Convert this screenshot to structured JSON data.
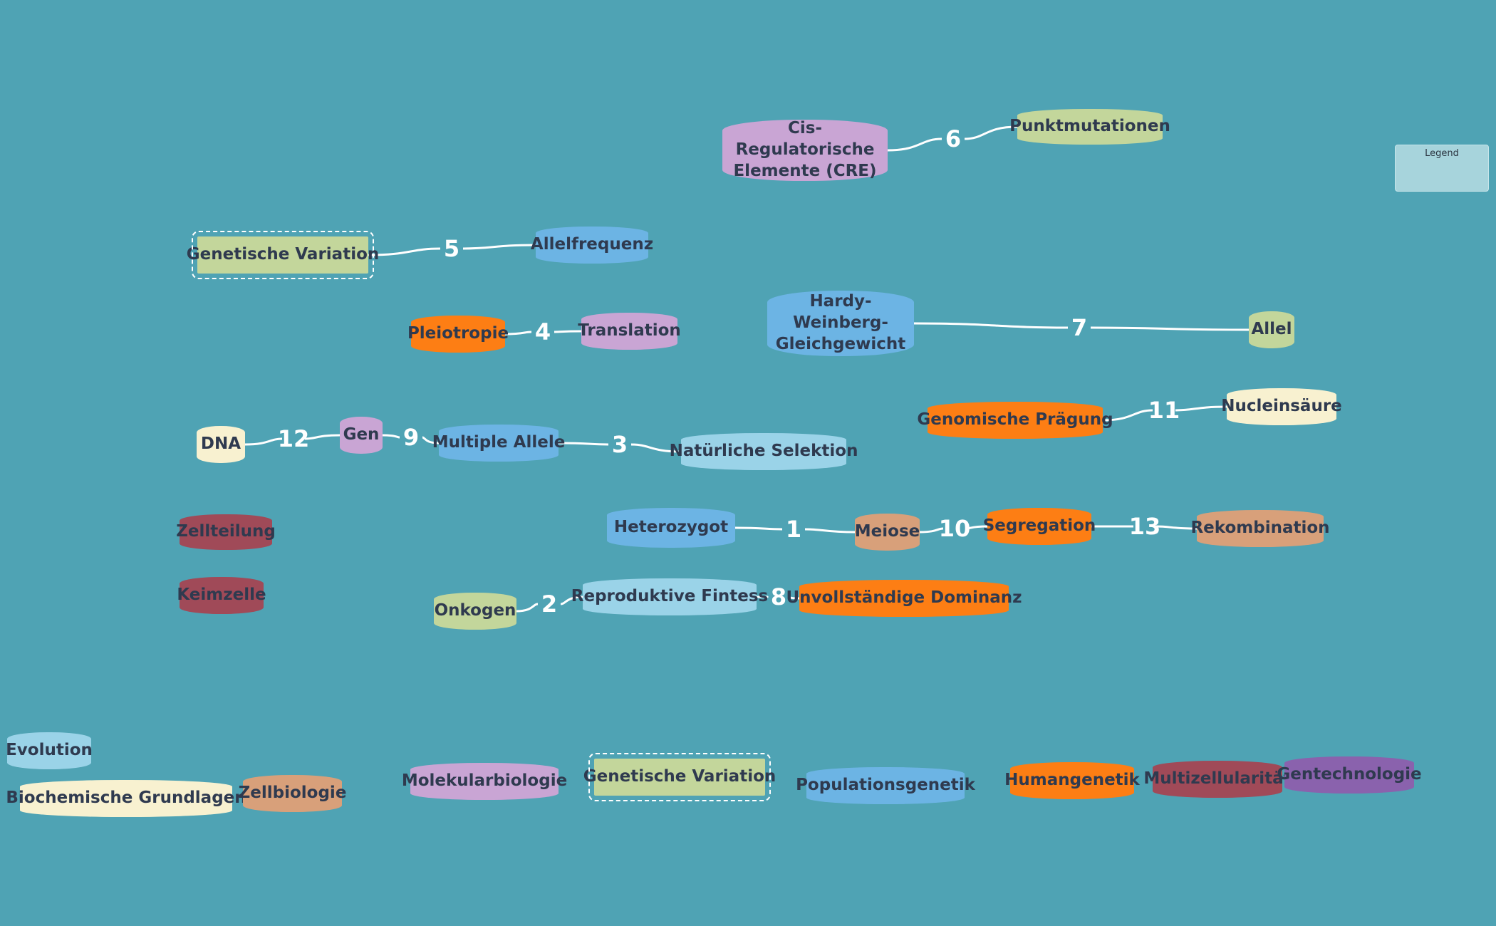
{
  "legend": {
    "title": "Legend"
  },
  "colors": {
    "background": "#4fa3b4",
    "lime": "#c3d69b",
    "lilac": "#c9a5d4",
    "blue": "#6cb4e4",
    "sky": "#9ad3e8",
    "orange": "#fd7e14",
    "cream": "#f8f1d0",
    "tan": "#d8a07a",
    "maroon": "#a04a58",
    "purple": "#8a62ad",
    "link": "#ffffff"
  },
  "nodes": [
    {
      "id": "cre",
      "label": "Cis-Regulatorische Elemente (CRE)",
      "color": "lilac"
    },
    {
      "id": "punkt",
      "label": "Punktmutationen",
      "color": "lime"
    },
    {
      "id": "genvar",
      "label": "Genetische Variation",
      "color": "lime",
      "selected": true
    },
    {
      "id": "allelfreq",
      "label": "Allelfrequenz",
      "color": "blue"
    },
    {
      "id": "pleio",
      "label": "Pleiotropie",
      "color": "orange"
    },
    {
      "id": "transl",
      "label": "Translation",
      "color": "lilac"
    },
    {
      "id": "hardy",
      "label": "Hardy-Weinberg-Gleichgewicht",
      "color": "blue"
    },
    {
      "id": "allel",
      "label": "Allel",
      "color": "lime"
    },
    {
      "id": "genom",
      "label": "Genomische Prägung",
      "color": "orange"
    },
    {
      "id": "nuclein",
      "label": "Nucleinsäure",
      "color": "cream"
    },
    {
      "id": "dna",
      "label": "DNA",
      "color": "cream"
    },
    {
      "id": "gen",
      "label": "Gen",
      "color": "lilac"
    },
    {
      "id": "multi",
      "label": "Multiple Allele",
      "color": "blue"
    },
    {
      "id": "natsel",
      "label": "Natürliche Selektion",
      "color": "sky"
    },
    {
      "id": "zellteil",
      "label": "Zellteilung",
      "color": "maroon"
    },
    {
      "id": "heterozygot",
      "label": "Heterozygot",
      "color": "blue"
    },
    {
      "id": "meiose",
      "label": "Meiose",
      "color": "tan"
    },
    {
      "id": "segreg",
      "label": "Segregation",
      "color": "orange"
    },
    {
      "id": "rekomb",
      "label": "Rekombination",
      "color": "tan"
    },
    {
      "id": "keimz",
      "label": "Keimzelle",
      "color": "maroon"
    },
    {
      "id": "onkogen",
      "label": "Onkogen",
      "color": "lime"
    },
    {
      "id": "reprofit",
      "label": "Reproduktive Fintess",
      "color": "sky"
    },
    {
      "id": "unvoll",
      "label": "Unvollständige Dominanz",
      "color": "orange"
    },
    {
      "id": "cat-evolution",
      "label": "Evolution",
      "color": "sky"
    },
    {
      "id": "cat-biochem",
      "label": "Biochemische Grundlagen",
      "color": "cream"
    },
    {
      "id": "cat-zellbio",
      "label": "Zellbiologie",
      "color": "tan"
    },
    {
      "id": "cat-molbio",
      "label": "Molekularbiologie",
      "color": "lilac"
    },
    {
      "id": "cat-genvar",
      "label": "Genetische Variation",
      "color": "lime",
      "selected": true
    },
    {
      "id": "cat-popgen",
      "label": "Populationsgenetik",
      "color": "blue"
    },
    {
      "id": "cat-humangen",
      "label": "Humangenetik",
      "color": "orange"
    },
    {
      "id": "cat-multizell",
      "label": "Multizellularität",
      "color": "maroon"
    },
    {
      "id": "cat-gentech",
      "label": "Gentechnologie",
      "color": "purple"
    }
  ],
  "links": [
    {
      "number": "1",
      "from": "heterozygot",
      "to": "meiose"
    },
    {
      "number": "2",
      "from": "onkogen",
      "to": "reprofit"
    },
    {
      "number": "3",
      "from": "multi",
      "to": "natsel"
    },
    {
      "number": "4",
      "from": "pleio",
      "to": "transl"
    },
    {
      "number": "5",
      "from": "genvar",
      "to": "allelfreq"
    },
    {
      "number": "6",
      "from": "cre",
      "to": "punkt"
    },
    {
      "number": "7",
      "from": "hardy",
      "to": "allel"
    },
    {
      "number": "8",
      "from": "reprofit",
      "to": "unvoll"
    },
    {
      "number": "9",
      "from": "gen",
      "to": "multi"
    },
    {
      "number": "10",
      "from": "meiose",
      "to": "segreg"
    },
    {
      "number": "11",
      "from": "genom",
      "to": "nuclein"
    },
    {
      "number": "12",
      "from": "dna",
      "to": "gen"
    },
    {
      "number": "13",
      "from": "segreg",
      "to": "rekomb"
    }
  ]
}
